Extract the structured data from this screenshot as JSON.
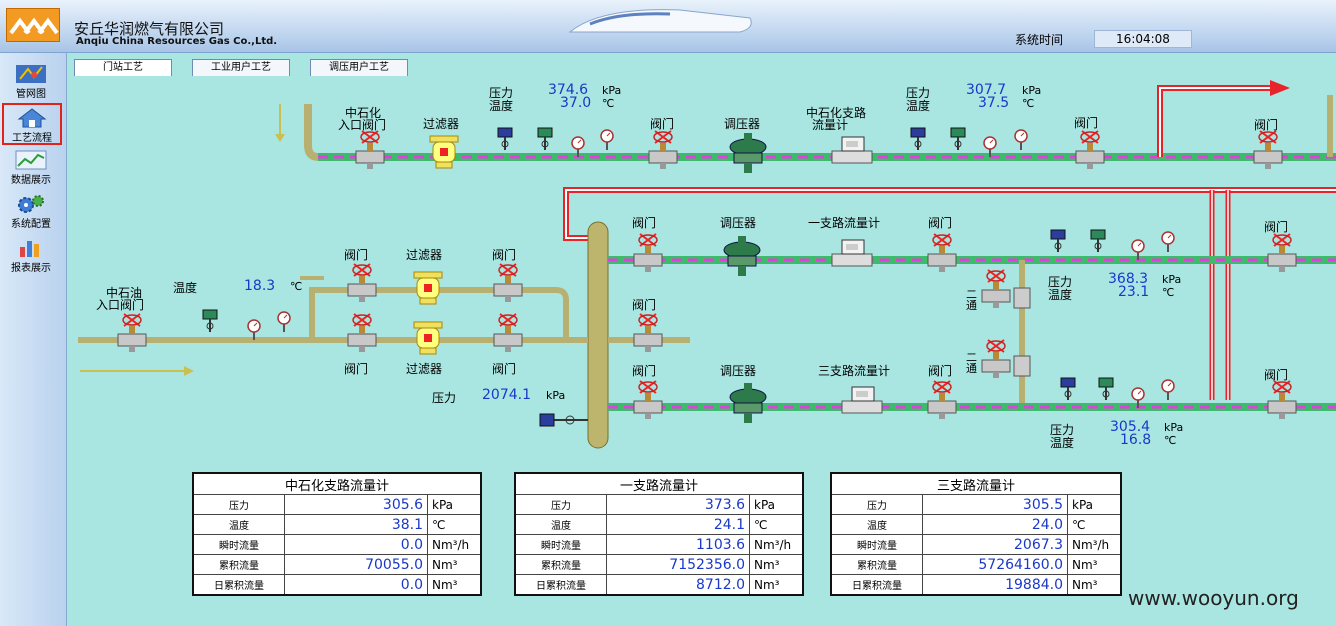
{
  "header": {
    "company_cn": "安丘华润燃气有限公司",
    "company_en": "Anqiu China Resources Gas Co.,Ltd.",
    "systime_label": "系统时间",
    "systime": "16:04:08"
  },
  "sidebar": {
    "items": [
      {
        "label": "管网图",
        "icon": "network-map-icon"
      },
      {
        "label": "工艺流程",
        "icon": "home-process-icon"
      },
      {
        "label": "数据展示",
        "icon": "data-chart-icon"
      },
      {
        "label": "系统配置",
        "icon": "gears-icon"
      },
      {
        "label": "报表展示",
        "icon": "report-bars-icon"
      }
    ],
    "active_index": 1
  },
  "tabs": [
    {
      "label": "门站工艺"
    },
    {
      "label": "工业用户工艺"
    },
    {
      "label": "调压用户工艺"
    }
  ],
  "diagram": {
    "labels": {
      "zsh_inlet_1": "中石化",
      "zsh_inlet_2": "入口阀门",
      "filter": "过滤器",
      "valve": "阀门",
      "regulator": "调压器",
      "zsh_branch_meter_1": "中石化支路",
      "zsh_branch_meter_2": "流量计",
      "branch1_meter": "一支路流量计",
      "branch3_meter": "三支路流量计",
      "zsy_inlet_1": "中石油",
      "zsy_inlet_2": "入口阀门",
      "pressure": "压力",
      "temperature": "温度",
      "two_way": "二通"
    },
    "readings": {
      "zsh_in_pressure": "374.6",
      "zsh_in_temp": "37.0",
      "zsh_out_pressure": "307.7",
      "zsh_out_temp": "37.5",
      "zsy_temp": "18.3",
      "header_pressure": "2074.1",
      "branch1_pressure": "368.3",
      "branch1_temp": "23.1",
      "branch3_pressure": "305.4",
      "branch3_temp": "16.8"
    },
    "units": {
      "kpa": "kPa",
      "celsius": "℃"
    }
  },
  "tables": [
    {
      "title": "中石化支路流量计",
      "rows": [
        {
          "name": "压力",
          "value": "305.6",
          "unit": "kPa"
        },
        {
          "name": "温度",
          "value": "38.1",
          "unit": "℃"
        },
        {
          "name": "瞬时流量",
          "value": "0.0",
          "unit": "Nm³/h"
        },
        {
          "name": "累积流量",
          "value": "70055.0",
          "unit": "Nm³"
        },
        {
          "name": "日累积流量",
          "value": "0.0",
          "unit": "Nm³"
        }
      ]
    },
    {
      "title": "一支路流量计",
      "rows": [
        {
          "name": "压力",
          "value": "373.6",
          "unit": "kPa"
        },
        {
          "name": "温度",
          "value": "24.1",
          "unit": "℃"
        },
        {
          "name": "瞬时流量",
          "value": "1103.6",
          "unit": "Nm³/h"
        },
        {
          "name": "累积流量",
          "value": "7152356.0",
          "unit": "Nm³"
        },
        {
          "name": "日累积流量",
          "value": "8712.0",
          "unit": "Nm³"
        }
      ]
    },
    {
      "title": "三支路流量计",
      "rows": [
        {
          "name": "压力",
          "value": "305.5",
          "unit": "kPa"
        },
        {
          "name": "温度",
          "value": "24.0",
          "unit": "℃"
        },
        {
          "name": "瞬时流量",
          "value": "2067.3",
          "unit": "Nm³/h"
        },
        {
          "name": "累积流量",
          "value": "57264160.0",
          "unit": "Nm³"
        },
        {
          "name": "日累积流量",
          "value": "19884.0",
          "unit": "Nm³"
        }
      ]
    }
  ],
  "watermark": "www.wooyun.org",
  "colors": {
    "background": "#a9e6e2",
    "value_blue": "#1a38c8",
    "pipe_magenta": "#e040e0",
    "pipe_green": "#43d66a",
    "pipe_olive": "#b8b070",
    "pipe_red": "#e8242a"
  }
}
